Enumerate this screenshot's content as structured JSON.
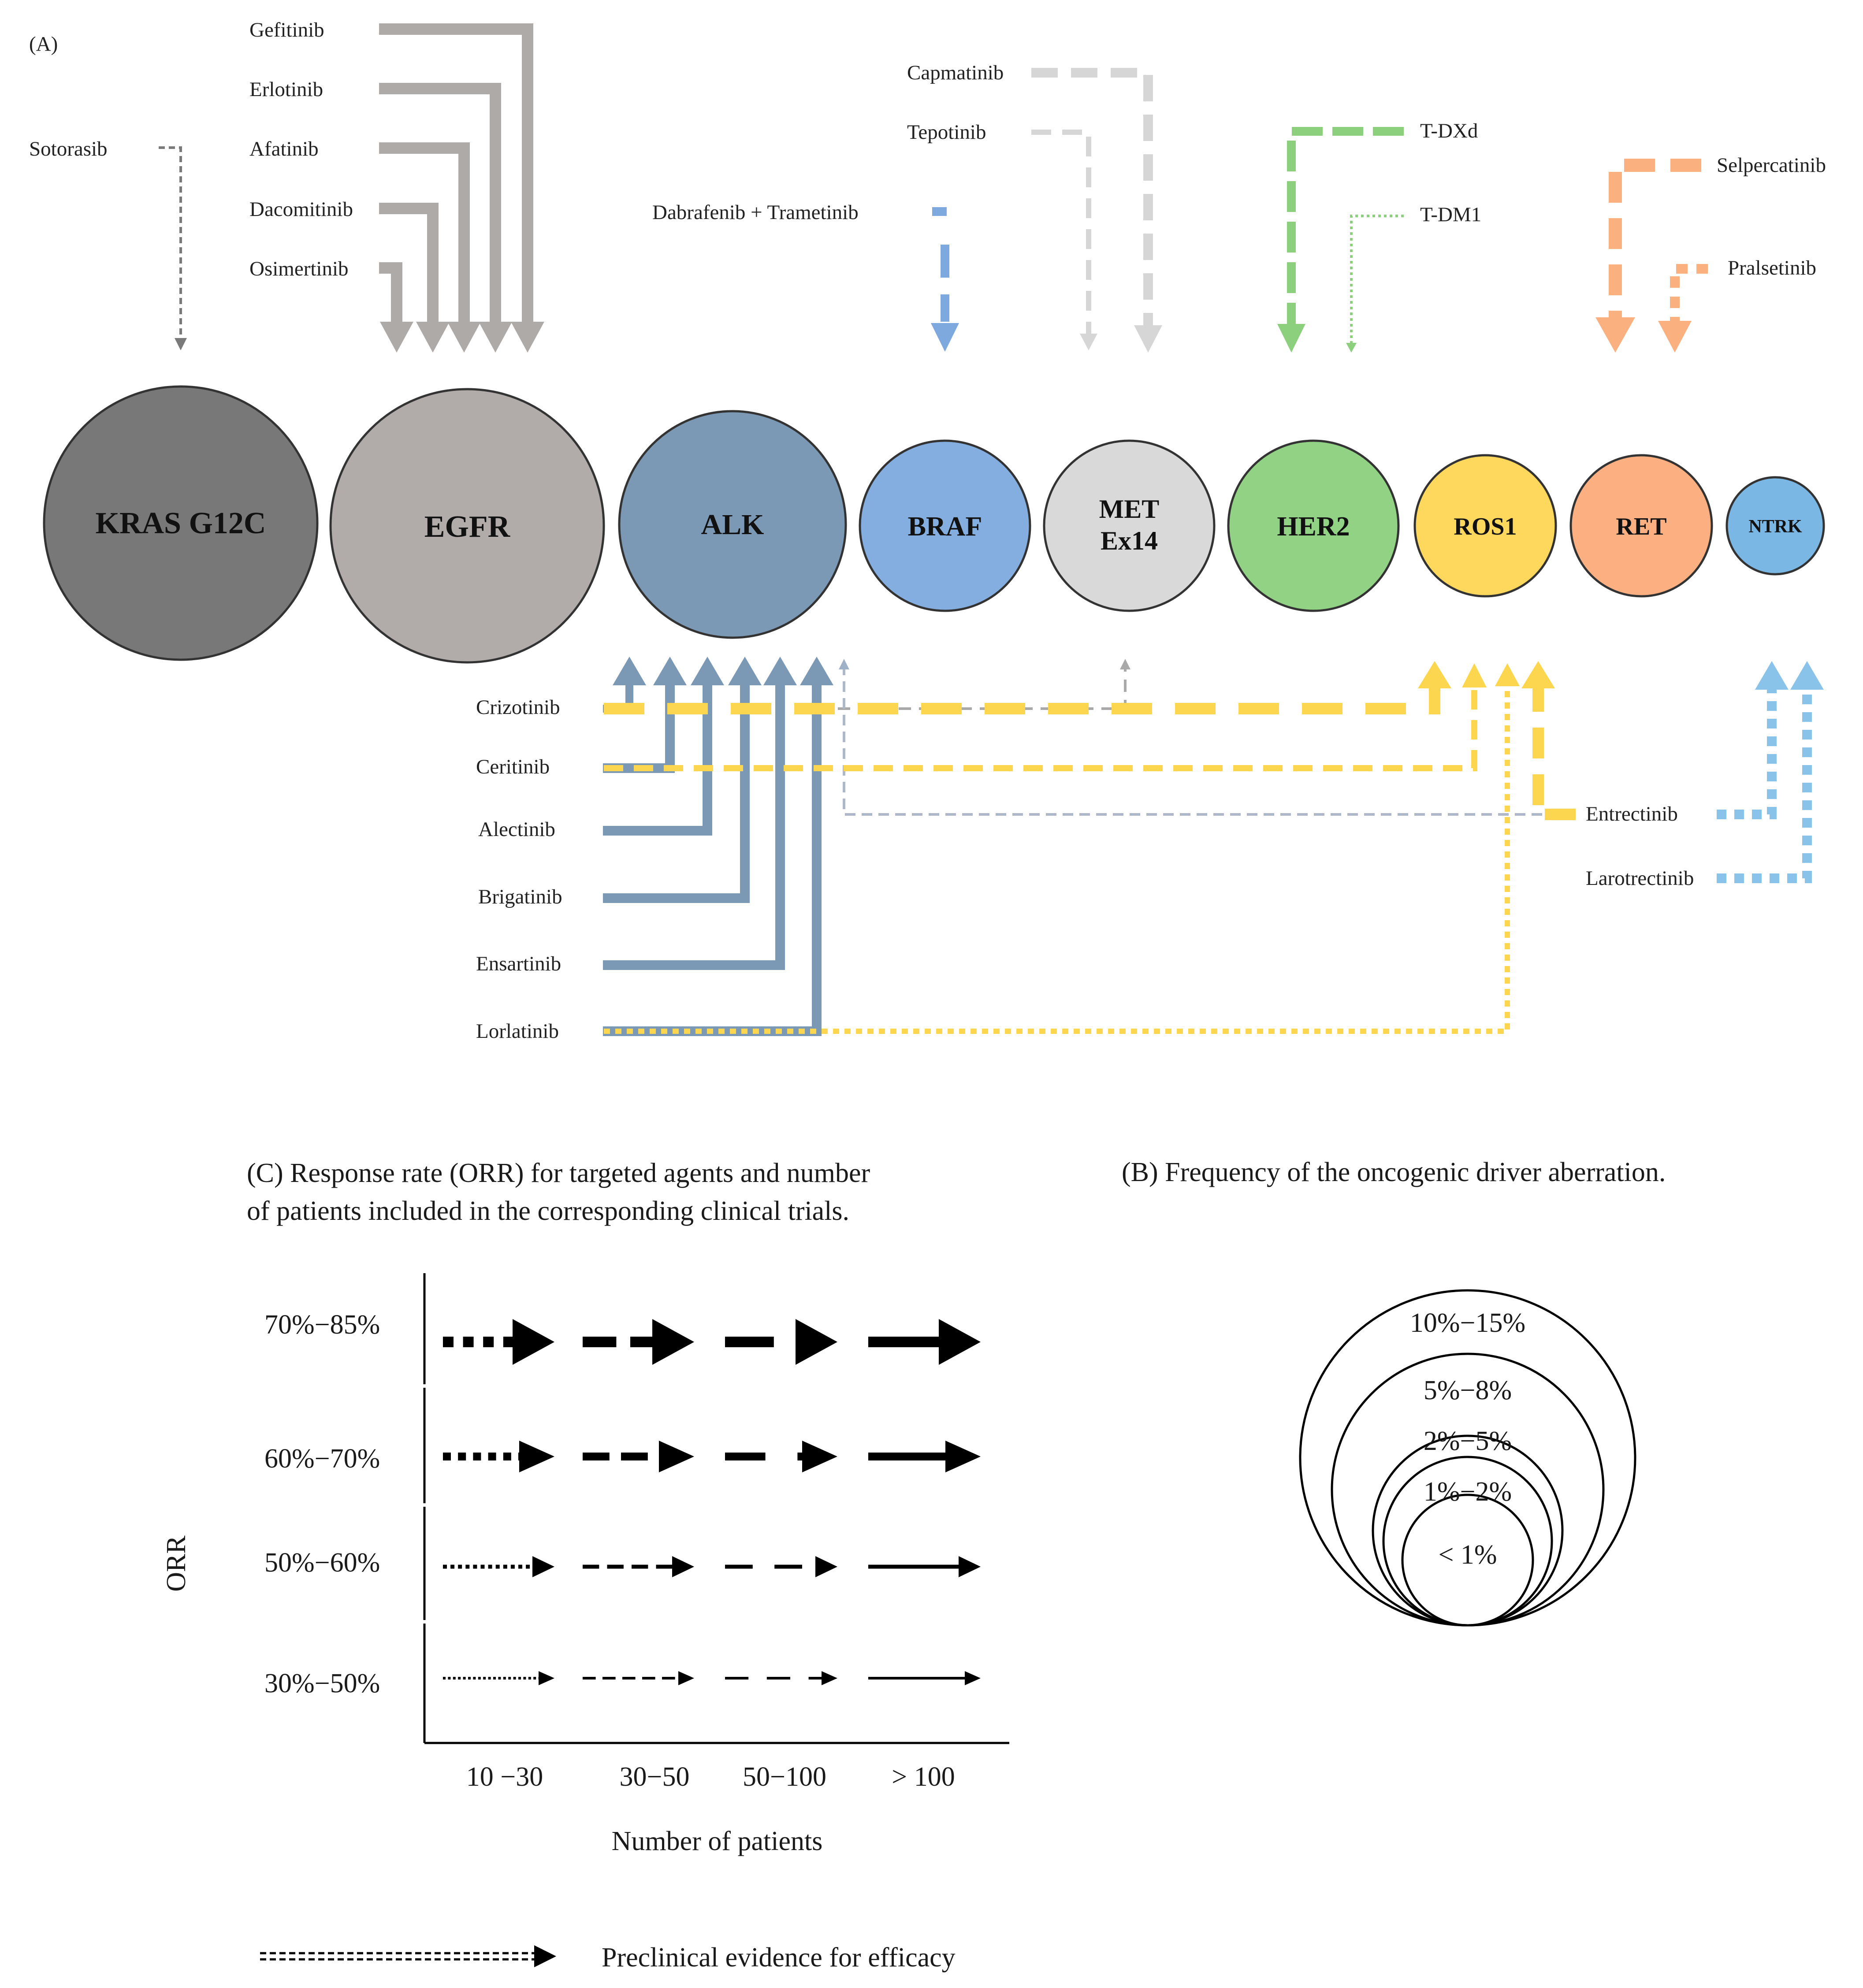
{
  "panel_a": {
    "label": "(A)",
    "drivers": [
      {
        "id": "kras",
        "name": "KRAS G12C",
        "color": "#787878"
      },
      {
        "id": "egfr",
        "name": "EGFR",
        "color": "#b1acaa"
      },
      {
        "id": "alk",
        "name": "ALK",
        "color": "#7b98b4"
      },
      {
        "id": "braf",
        "name": "BRAF",
        "color": "#85aee0"
      },
      {
        "id": "met",
        "name": "MET Ex14",
        "color": "#d9d9d9"
      },
      {
        "id": "her2",
        "name": "HER2",
        "color": "#92d284"
      },
      {
        "id": "ros1",
        "name": "ROS1",
        "color": "#fdd85c"
      },
      {
        "id": "ret",
        "name": "RET",
        "color": "#fcb081"
      },
      {
        "id": "ntrk",
        "name": "NTRK",
        "color": "#7ab7e5"
      }
    ],
    "drugs_top": {
      "sotorasib": "Sotorasib",
      "gefitinib": "Gefitinib",
      "erlotinib": "Erlotinib",
      "afatinib": "Afatinib",
      "dacomitinib": "Dacomitinib",
      "osimertinib": "Osimertinib",
      "dabrafenib": "Dabrafenib + Trametinib",
      "capmatinib": "Capmatinib",
      "tepotinib": "Tepotinib",
      "tdxd": "T-DXd",
      "tdm1": "T-DM1",
      "selpercatinib": "Selpercatinib",
      "pralsetinib": "Pralsetinib"
    },
    "drugs_bottom": {
      "crizotinib": "Crizotinib",
      "ceritinib": "Ceritinib",
      "alectinib": "Alectinib",
      "brigatinib": "Brigatinib",
      "ensartinib": "Ensartinib",
      "lorlatinib": "Lorlatinib",
      "entrectinib": "Entrectinib",
      "larotrectinib": "Larotrectinib"
    },
    "arrow_colors": {
      "kras": "#7a7a7a",
      "egfr": "#aeaaa8",
      "alk": "#7b98b4",
      "braf": "#7ea9df",
      "met": "#d6d6d6",
      "her2": "#8ccf7c",
      "ros1": "#fcd64e",
      "ret": "#fbb07f",
      "ntrk": "#8ac3ea"
    }
  },
  "panel_b": {
    "caption": "(B) Frequency of the oncogenic driver aberration.",
    "rings": [
      "10%−15%",
      "5%−8%",
      "2%−5%",
      "1%−2%",
      "< 1%"
    ]
  },
  "panel_c": {
    "caption_line1": "(C) Response rate (ORR) for targeted agents and number",
    "caption_line2": "of patients included in the corresponding clinical trials.",
    "y_label": "ORR",
    "x_label": "Number of patients",
    "orr_bins": [
      "70%−85%",
      "60%−70%",
      "50%−60%",
      "30%−50%"
    ],
    "patient_bins": [
      "10 −30",
      "30−50",
      "50−100",
      "> 100"
    ],
    "legend_label": "Preclinical evidence for efficacy"
  }
}
